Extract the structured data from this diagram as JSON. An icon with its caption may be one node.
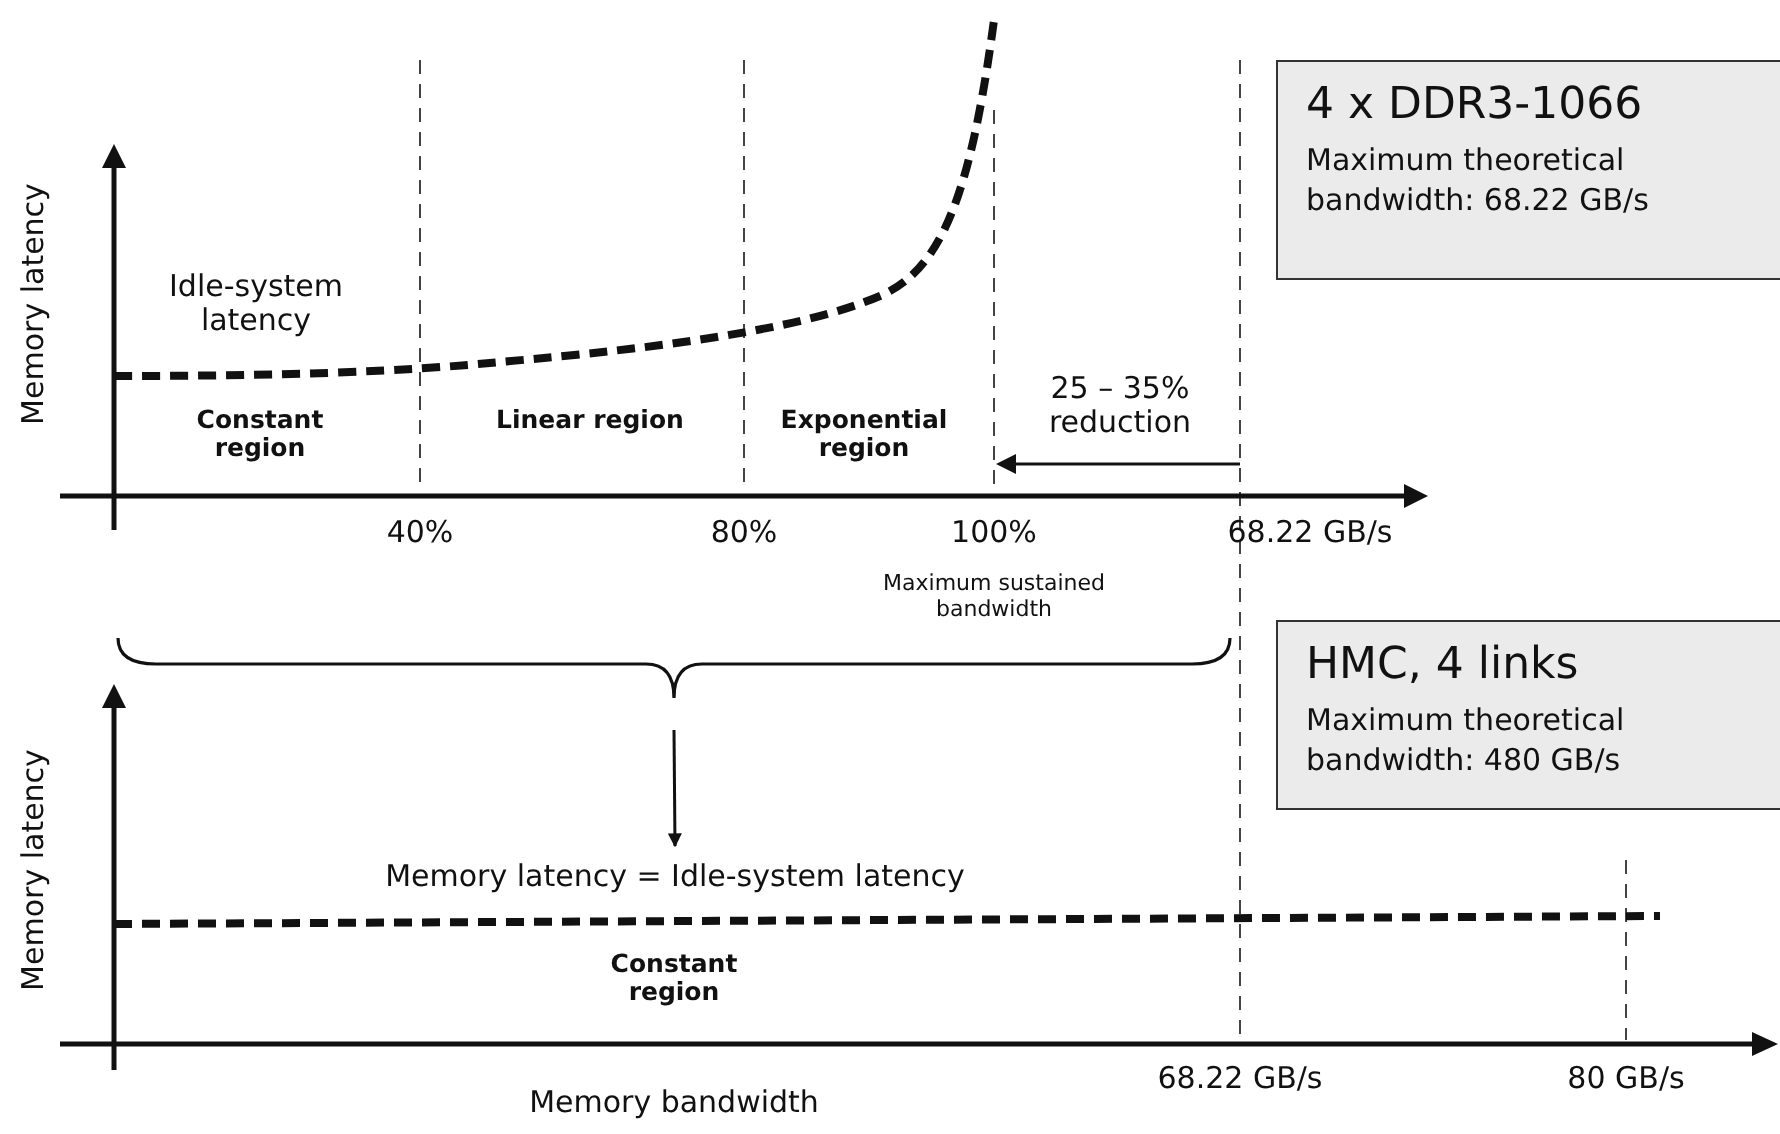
{
  "diagram": {
    "nodes": [
      {
        "text": [
          "4 x DDR3-1066",
          "Maximum theoretical bandwidth: 68.22 GB/s"
        ]
      },
      {
        "text": [
          "HMC, 4 links",
          "Maximum theoretical bandwidth: 480 GB/s"
        ]
      },
      {
        "text": [],
        "shape": "brace"
      },
      {
        "text": [
          "Memory latency = Idle-system latency"
        ]
      }
    ],
    "edges": [
      {
        "from": 2,
        "to": 3,
        "arrow": "to"
      }
    ],
    "labels": [
      "Memory latency",
      "Idle-system latency",
      "Constant region",
      "Linear region",
      "Exponential region",
      "25 – 35% reduction",
      "40%",
      "80%",
      "100%",
      "68.22 GB/s",
      "Maximum sustained bandwidth",
      "Memory latency",
      "Constant region",
      "68.22 GB/s",
      "80 GB/s",
      "Memory bandwidth"
    ]
  }
}
